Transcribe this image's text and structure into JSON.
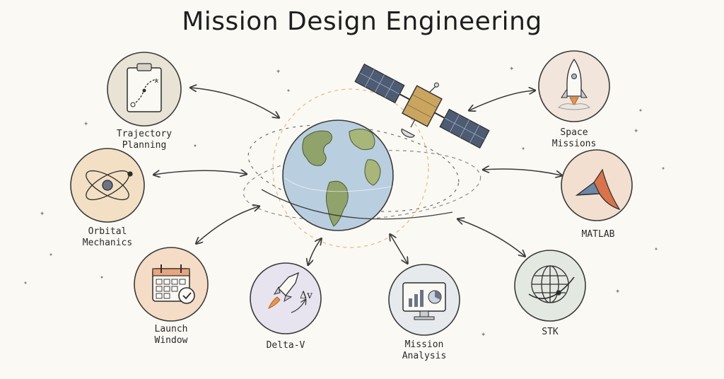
{
  "title": "Mission Design Engineering",
  "nodes": [
    {
      "id": "trajectory",
      "label": "Trajectory\nPlanning",
      "icon": "clipboard-trajectory-icon",
      "accent": "#e9e3d6"
    },
    {
      "id": "orbital",
      "label": "Orbital\nMechanics",
      "icon": "atom-orbit-icon",
      "accent": "#f3e0c4"
    },
    {
      "id": "launch",
      "label": "Launch\nWindow",
      "icon": "calendar-check-icon",
      "accent": "#f4dcc7"
    },
    {
      "id": "deltav",
      "label": "Delta-V",
      "icon": "rocket-delta-v-icon",
      "accent": "#e8e4ef"
    },
    {
      "id": "analysis",
      "label": "Mission\nAnalysis",
      "icon": "monitor-chart-icon",
      "accent": "#e6eaec"
    },
    {
      "id": "stk",
      "label": "STK",
      "icon": "globe-orbit-icon",
      "accent": "#e3e8e1"
    },
    {
      "id": "matlab",
      "label": "MATLAB",
      "icon": "matlab-logo-icon",
      "accent": "#f3dfcf"
    },
    {
      "id": "space",
      "label": "Space\nMissions",
      "icon": "rocket-launch-icon",
      "accent": "#f2e6dc"
    }
  ],
  "symbols": {
    "delta_v": "Δv"
  },
  "colors": {
    "ink": "#3a3a3a",
    "ocean": "#b9cfe0",
    "land": "#8fa36a",
    "orbit_dashed": "#e2b98a",
    "satellite_body": "#c9a560",
    "solar_panel": "#4d5b73"
  }
}
